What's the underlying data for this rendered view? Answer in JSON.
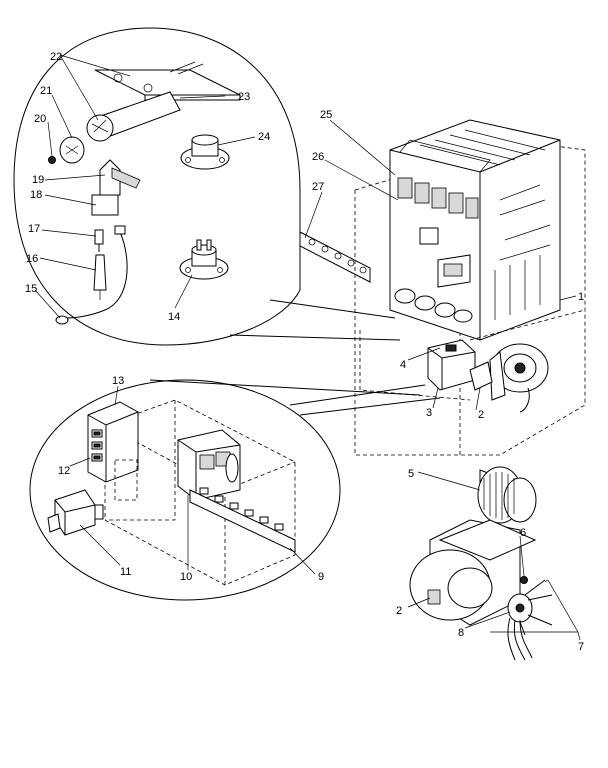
{
  "figure": {
    "callouts": [
      {
        "id": "c1",
        "text": "1"
      },
      {
        "id": "c2a",
        "text": "2"
      },
      {
        "id": "c2b",
        "text": "2"
      },
      {
        "id": "c3",
        "text": "3"
      },
      {
        "id": "c4",
        "text": "4"
      },
      {
        "id": "c5",
        "text": "5"
      },
      {
        "id": "c6",
        "text": "6"
      },
      {
        "id": "c7",
        "text": "7"
      },
      {
        "id": "c8",
        "text": "8"
      },
      {
        "id": "c9",
        "text": "9"
      },
      {
        "id": "c10",
        "text": "10"
      },
      {
        "id": "c11",
        "text": "11"
      },
      {
        "id": "c12",
        "text": "12"
      },
      {
        "id": "c13",
        "text": "13"
      },
      {
        "id": "c14",
        "text": "14"
      },
      {
        "id": "c15",
        "text": "15"
      },
      {
        "id": "c16",
        "text": "16"
      },
      {
        "id": "c17",
        "text": "17"
      },
      {
        "id": "c18",
        "text": "18"
      },
      {
        "id": "c19",
        "text": "19"
      },
      {
        "id": "c20",
        "text": "20"
      },
      {
        "id": "c21",
        "text": "21"
      },
      {
        "id": "c22",
        "text": "22"
      },
      {
        "id": "c23",
        "text": "23"
      },
      {
        "id": "c24",
        "text": "24"
      },
      {
        "id": "c25",
        "text": "25"
      },
      {
        "id": "c26",
        "text": "26"
      },
      {
        "id": "c27",
        "text": "27"
      }
    ]
  }
}
